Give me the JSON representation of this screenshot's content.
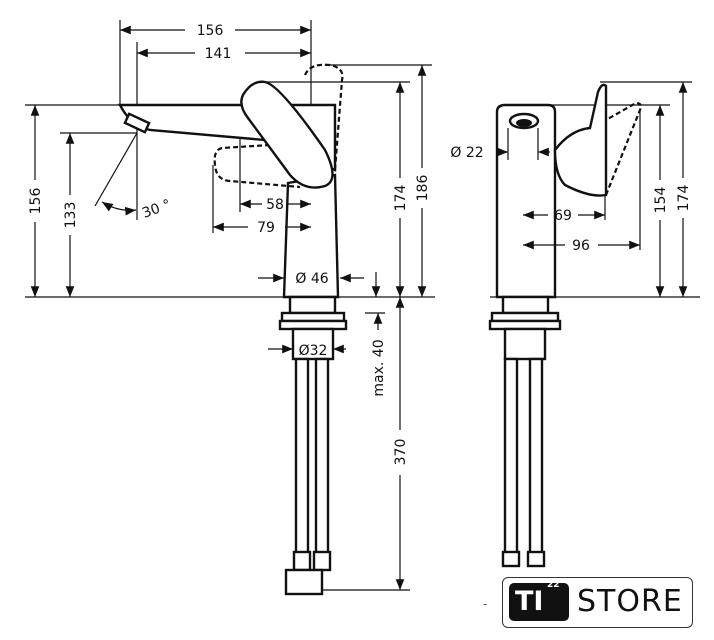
{
  "side_view": {
    "width_total": "156",
    "width_spout": "141",
    "height_spout_top": "156",
    "height_outlet": "133",
    "spray_angle": "30 °",
    "lever_reach_58": "58",
    "lever_reach_79": "79",
    "body_diameter": "Ø 46",
    "height_174": "174",
    "height_186": "186",
    "shank_diameter": "Ø32",
    "max_thickness": "max. 40",
    "hose_length": "370"
  },
  "front_view": {
    "outlet_diameter": "Ø 22",
    "depth_69": "69",
    "depth_96": "96",
    "height_154": "154",
    "height_174": "174"
  },
  "logo": {
    "mark": "TI",
    "superscript": "22",
    "word": "STORE",
    "prefix": "-"
  }
}
